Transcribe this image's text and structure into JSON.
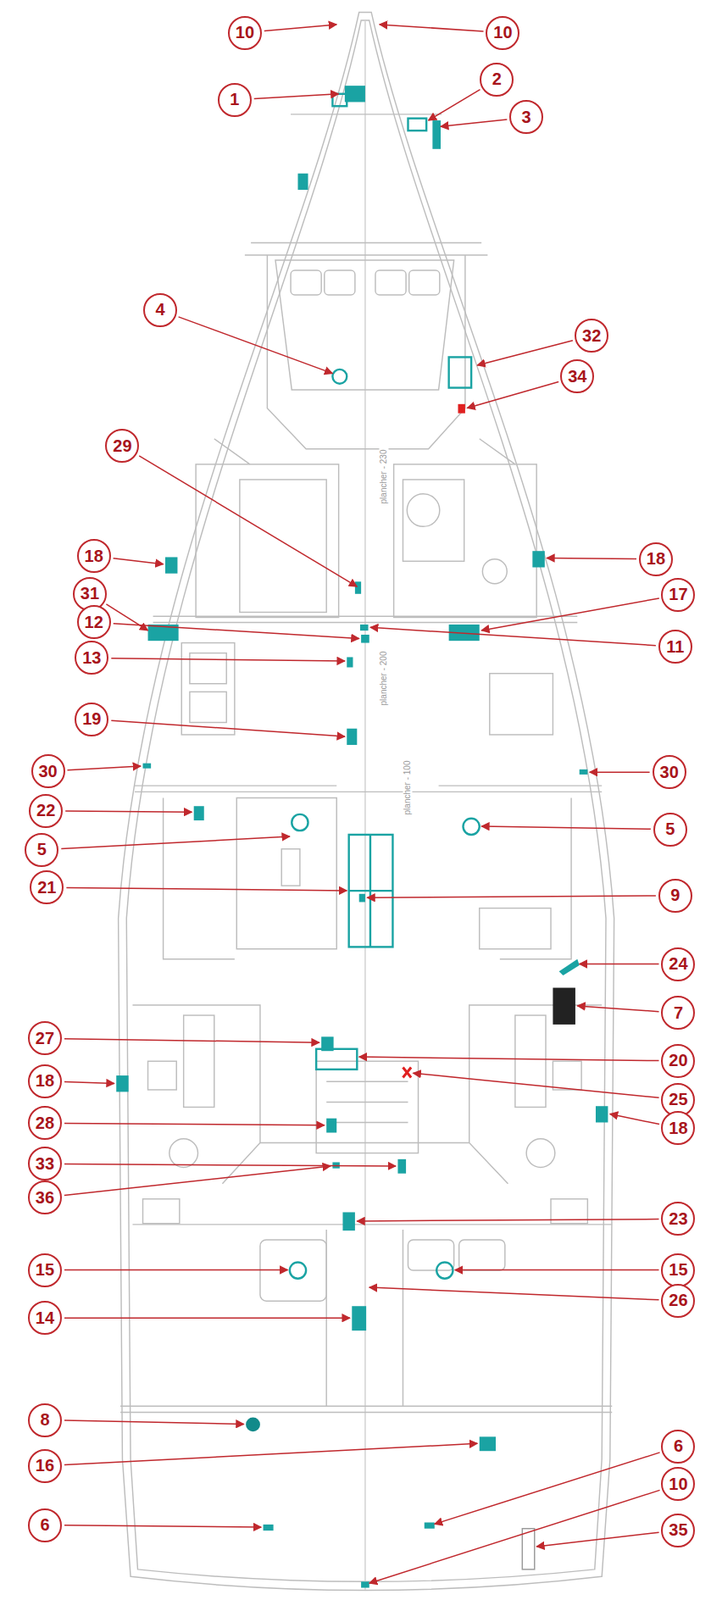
{
  "diagram": {
    "labels": [
      "10",
      "10",
      "1",
      "2",
      "3",
      "4",
      "32",
      "34",
      "plancher - 230",
      "29",
      "18",
      "18",
      "31",
      "17",
      "12",
      "11",
      "13",
      "plancher - 200",
      "19",
      "30",
      "30",
      "22",
      "plancher - 100",
      "5",
      "5",
      "21",
      "9",
      "24",
      "7",
      "27",
      "20",
      "18",
      "25",
      "28",
      "18",
      "33",
      "36",
      "23",
      "15",
      "15",
      "26",
      "14",
      "8",
      "16",
      "6",
      "6",
      "10",
      "35"
    ]
  }
}
